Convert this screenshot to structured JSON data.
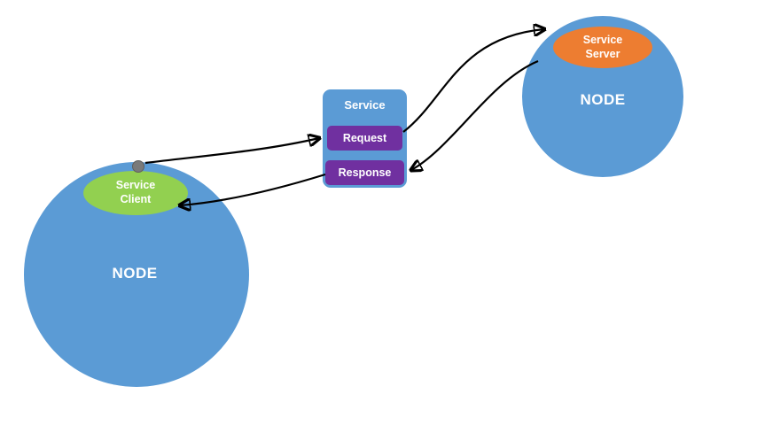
{
  "diagram": {
    "left_node": {
      "label": "NODE",
      "client_label": "Service Client"
    },
    "right_node": {
      "label": "NODE",
      "server_label": "Service Server"
    },
    "service_box": {
      "title": "Service",
      "request_label": "Request",
      "response_label": "Response"
    },
    "colors": {
      "node_blue": "#5b9bd5",
      "client_green": "#92d050",
      "server_orange": "#ed7d31",
      "box_purple": "#7030a0",
      "arrow_black": "#000000",
      "dot_gray": "#7a7a7a"
    }
  }
}
